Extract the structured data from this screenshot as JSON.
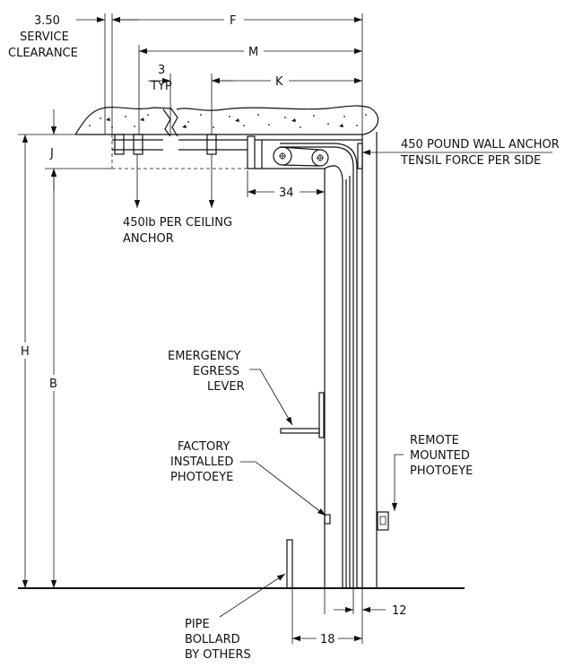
{
  "labels": {
    "service_clearance_value": "3.50",
    "service_clearance_l1": "SERVICE",
    "service_clearance_l2": "CLEARANCE",
    "dim_f": "F",
    "dim_m": "M",
    "dim_k": "K",
    "dim_3": "3",
    "typ": "TYP",
    "dim_j": "J",
    "dim_h": "H",
    "dim_b": "B",
    "dim_34": "34",
    "dim_12": "12",
    "dim_18": "18",
    "wall_anchor_l1": "450 POUND WALL ANCHOR",
    "wall_anchor_l2": "TENSIL FORCE PER SIDE",
    "ceiling_anchor_l1": "450lb PER CEILING",
    "ceiling_anchor_l2": "ANCHOR",
    "egress_l1": "EMERGENCY",
    "egress_l2": "EGRESS",
    "egress_l3": "LEVER",
    "factory_l1": "FACTORY",
    "factory_l2": "INSTALLED",
    "factory_l3": "PHOTOEYE",
    "remote_l1": "REMOTE",
    "remote_l2": "MOUNTED",
    "remote_l3": "PHOTOEYE",
    "bollard_l1": "PIPE",
    "bollard_l2": "BOLLARD",
    "bollard_l3": "BY OTHERS"
  },
  "colors": {
    "line": "#111111",
    "background": "#ffffff"
  }
}
